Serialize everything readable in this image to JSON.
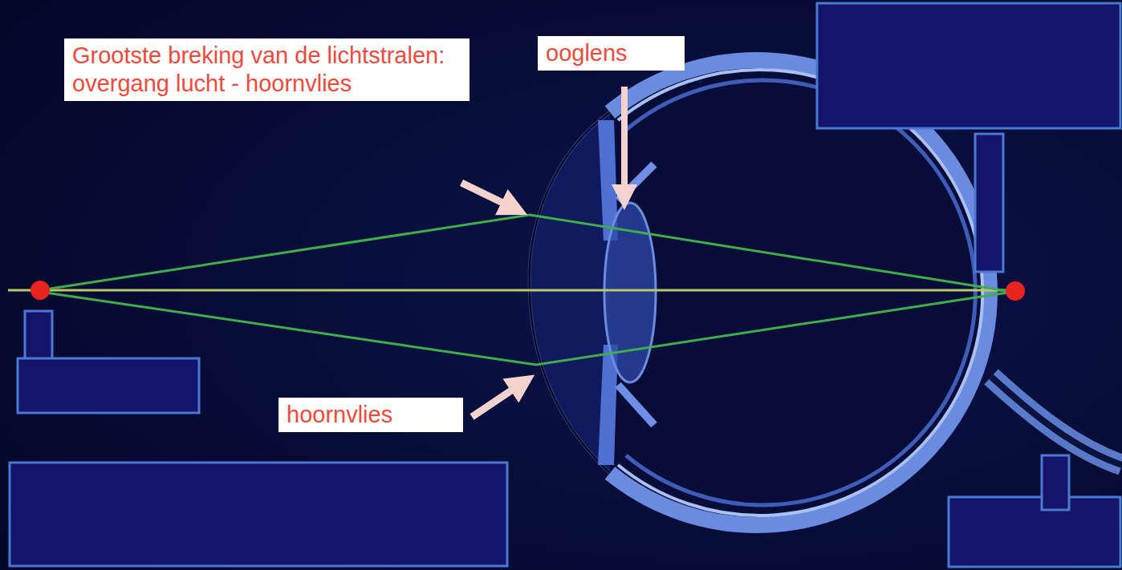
{
  "diagram": {
    "nodes": [
      {
        "text": [
          "Grootste breking van de lichtstralen: overgang lucht - hoornvlies"
        ]
      },
      {
        "text": [
          "ooglens"
        ]
      },
      {
        "text": [
          "hoornvlies"
        ]
      }
    ]
  }
}
